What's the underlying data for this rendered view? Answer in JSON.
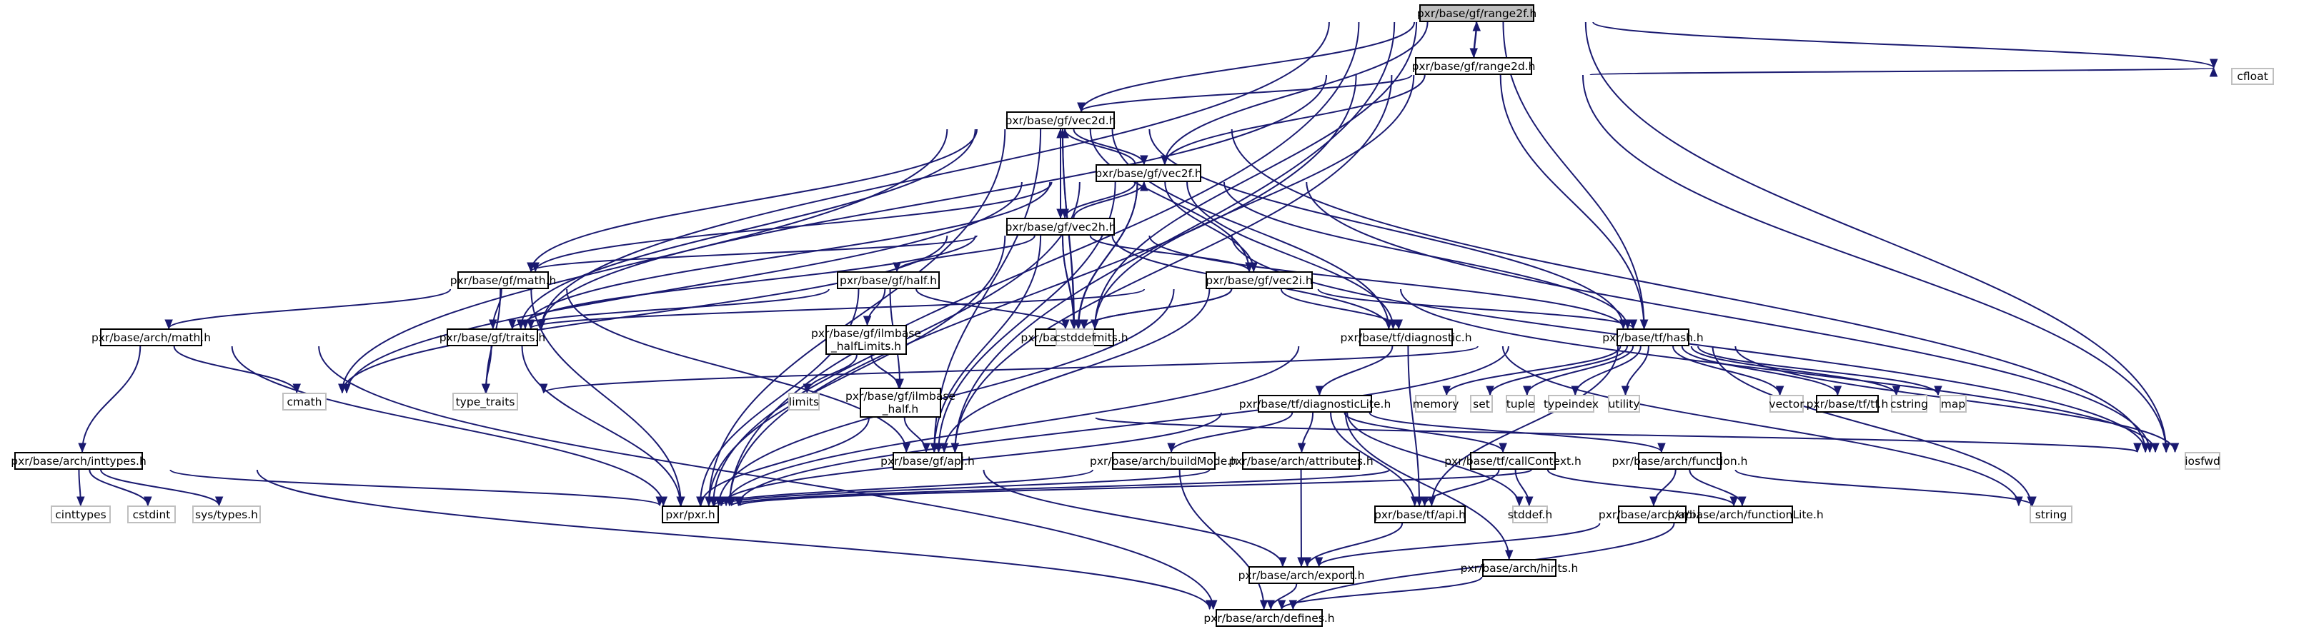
{
  "diagram": {
    "title": "Include dependency graph for range2f.h",
    "edge_color": "#191970",
    "root_fill": "#bfbfbf",
    "system_border": "#bfbfbf",
    "nodes": [
      {
        "id": "range2f",
        "label": "pxr/base/gf/range2f.h",
        "kind": "root"
      },
      {
        "id": "range2d",
        "label": "pxr/base/gf/range2d.h",
        "kind": "project"
      },
      {
        "id": "cfloat",
        "label": "cfloat",
        "kind": "system"
      },
      {
        "id": "vec2d",
        "label": "pxr/base/gf/vec2d.h",
        "kind": "project"
      },
      {
        "id": "vec2f",
        "label": "pxr/base/gf/vec2f.h",
        "kind": "project"
      },
      {
        "id": "vec2h",
        "label": "pxr/base/gf/vec2h.h",
        "kind": "project"
      },
      {
        "id": "vec2i",
        "label": "pxr/base/gf/vec2i.h",
        "kind": "project"
      },
      {
        "id": "gfmath",
        "label": "pxr/base/gf/math.h",
        "kind": "project"
      },
      {
        "id": "half",
        "label": "pxr/base/gf/half.h",
        "kind": "project"
      },
      {
        "id": "archmath",
        "label": "pxr/base/arch/math.h",
        "kind": "project"
      },
      {
        "id": "traits",
        "label": "pxr/base/gf/traits.h",
        "kind": "project"
      },
      {
        "id": "ilmlimits",
        "label": "pxr/base/gf/ilmbase\n_halfLimits.h",
        "kind": "project"
      },
      {
        "id": "gflimits",
        "label": "pxr/base/gf/limits.h",
        "kind": "project"
      },
      {
        "id": "cstddef",
        "label": "cstddef",
        "kind": "system"
      },
      {
        "id": "diagnostic",
        "label": "pxr/base/tf/diagnostic.h",
        "kind": "project"
      },
      {
        "id": "hash",
        "label": "pxr/base/tf/hash.h",
        "kind": "project"
      },
      {
        "id": "cmath",
        "label": "cmath",
        "kind": "system"
      },
      {
        "id": "type_traits",
        "label": "type_traits",
        "kind": "system"
      },
      {
        "id": "limits",
        "label": "limits",
        "kind": "system"
      },
      {
        "id": "ilmhalf",
        "label": "pxr/base/gf/ilmbase\n_half.h",
        "kind": "project"
      },
      {
        "id": "diaglite",
        "label": "pxr/base/tf/diagnosticLite.h",
        "kind": "project"
      },
      {
        "id": "memory",
        "label": "memory",
        "kind": "system"
      },
      {
        "id": "set",
        "label": "set",
        "kind": "system"
      },
      {
        "id": "tuple",
        "label": "tuple",
        "kind": "system"
      },
      {
        "id": "typeindex",
        "label": "typeindex",
        "kind": "system"
      },
      {
        "id": "utility",
        "label": "utility",
        "kind": "system"
      },
      {
        "id": "vector",
        "label": "vector",
        "kind": "system"
      },
      {
        "id": "tfh",
        "label": "pxr/base/tf/tf.h",
        "kind": "project"
      },
      {
        "id": "cstring",
        "label": "cstring",
        "kind": "system"
      },
      {
        "id": "map",
        "label": "map",
        "kind": "system"
      },
      {
        "id": "inttypes",
        "label": "pxr/base/arch/inttypes.h",
        "kind": "project"
      },
      {
        "id": "gfapi",
        "label": "pxr/base/gf/api.h",
        "kind": "project"
      },
      {
        "id": "buildmode",
        "label": "pxr/base/arch/buildMode.h",
        "kind": "project"
      },
      {
        "id": "attributes",
        "label": "pxr/base/arch/attributes.h",
        "kind": "project"
      },
      {
        "id": "callctx",
        "label": "pxr/base/tf/callContext.h",
        "kind": "project"
      },
      {
        "id": "function",
        "label": "pxr/base/arch/function.h",
        "kind": "project"
      },
      {
        "id": "iosfwd",
        "label": "iosfwd",
        "kind": "system"
      },
      {
        "id": "string",
        "label": "string",
        "kind": "system"
      },
      {
        "id": "cinttypes",
        "label": "cinttypes",
        "kind": "system"
      },
      {
        "id": "cstdint",
        "label": "cstdint",
        "kind": "system"
      },
      {
        "id": "systypes",
        "label": "sys/types.h",
        "kind": "system"
      },
      {
        "id": "pxrh",
        "label": "pxr/pxr.h",
        "kind": "project"
      },
      {
        "id": "tfapi",
        "label": "pxr/base/tf/api.h",
        "kind": "project"
      },
      {
        "id": "stddefh",
        "label": "stddef.h",
        "kind": "system"
      },
      {
        "id": "archapi",
        "label": "pxr/base/arch/api.h",
        "kind": "project"
      },
      {
        "id": "funclite",
        "label": "pxr/base/arch/functionLite.h",
        "kind": "project"
      },
      {
        "id": "export",
        "label": "pxr/base/arch/export.h",
        "kind": "project"
      },
      {
        "id": "hints",
        "label": "pxr/base/arch/hints.h",
        "kind": "project"
      },
      {
        "id": "defines",
        "label": "pxr/base/arch/defines.h",
        "kind": "project"
      }
    ],
    "edges": [
      [
        "range2f",
        "range2d"
      ],
      [
        "range2d",
        "range2f"
      ],
      [
        "range2f",
        "cfloat"
      ],
      [
        "range2f",
        "vec2d"
      ],
      [
        "range2f",
        "vec2f"
      ],
      [
        "range2f",
        "traits"
      ],
      [
        "range2f",
        "pxrh"
      ],
      [
        "range2f",
        "gfapi"
      ],
      [
        "range2f",
        "hash"
      ],
      [
        "range2f",
        "iosfwd"
      ],
      [
        "range2f",
        "cstddef"
      ],
      [
        "range2d",
        "cfloat"
      ],
      [
        "range2d",
        "vec2d"
      ],
      [
        "range2d",
        "vec2f"
      ],
      [
        "range2d",
        "traits"
      ],
      [
        "range2d",
        "pxrh"
      ],
      [
        "range2d",
        "gfapi"
      ],
      [
        "range2d",
        "hash"
      ],
      [
        "range2d",
        "iosfwd"
      ],
      [
        "range2d",
        "cstddef"
      ],
      [
        "vec2d",
        "vec2f"
      ],
      [
        "vec2d",
        "vec2h"
      ],
      [
        "vec2d",
        "vec2i"
      ],
      [
        "vec2d",
        "gfmath"
      ],
      [
        "vec2d",
        "traits"
      ],
      [
        "vec2d",
        "gflimits"
      ],
      [
        "vec2d",
        "cstddef"
      ],
      [
        "vec2d",
        "diagnostic"
      ],
      [
        "vec2d",
        "hash"
      ],
      [
        "vec2d",
        "cmath"
      ],
      [
        "vec2d",
        "gfapi"
      ],
      [
        "vec2d",
        "pxrh"
      ],
      [
        "vec2d",
        "iosfwd"
      ],
      [
        "vec2f",
        "vec2d"
      ],
      [
        "vec2f",
        "vec2h"
      ],
      [
        "vec2f",
        "vec2i"
      ],
      [
        "vec2f",
        "gfmath"
      ],
      [
        "vec2f",
        "traits"
      ],
      [
        "vec2f",
        "gflimits"
      ],
      [
        "vec2f",
        "cstddef"
      ],
      [
        "vec2f",
        "diagnostic"
      ],
      [
        "vec2f",
        "hash"
      ],
      [
        "vec2f",
        "cmath"
      ],
      [
        "vec2f",
        "gfapi"
      ],
      [
        "vec2f",
        "pxrh"
      ],
      [
        "vec2f",
        "iosfwd"
      ],
      [
        "vec2h",
        "vec2d"
      ],
      [
        "vec2h",
        "vec2f"
      ],
      [
        "vec2h",
        "vec2i"
      ],
      [
        "vec2h",
        "gfmath"
      ],
      [
        "vec2h",
        "half"
      ],
      [
        "vec2h",
        "traits"
      ],
      [
        "vec2h",
        "gflimits"
      ],
      [
        "vec2h",
        "cstddef"
      ],
      [
        "vec2h",
        "diagnostic"
      ],
      [
        "vec2h",
        "hash"
      ],
      [
        "vec2h",
        "cmath"
      ],
      [
        "vec2h",
        "gfapi"
      ],
      [
        "vec2h",
        "pxrh"
      ],
      [
        "vec2h",
        "iosfwd"
      ],
      [
        "vec2i",
        "traits"
      ],
      [
        "vec2i",
        "gflimits"
      ],
      [
        "vec2i",
        "cstddef"
      ],
      [
        "vec2i",
        "diagnostic"
      ],
      [
        "vec2i",
        "hash"
      ],
      [
        "vec2i",
        "gfapi"
      ],
      [
        "vec2i",
        "pxrh"
      ],
      [
        "vec2i",
        "iosfwd"
      ],
      [
        "gfmath",
        "archmath"
      ],
      [
        "gfmath",
        "traits"
      ],
      [
        "gfmath",
        "type_traits"
      ],
      [
        "gfmath",
        "gfapi"
      ],
      [
        "gfmath",
        "pxrh"
      ],
      [
        "half",
        "ilmlimits"
      ],
      [
        "half",
        "ilmhalf"
      ],
      [
        "half",
        "traits"
      ],
      [
        "half",
        "cstddef"
      ],
      [
        "half",
        "pxrh"
      ],
      [
        "archmath",
        "cmath"
      ],
      [
        "archmath",
        "inttypes"
      ],
      [
        "archmath",
        "pxrh"
      ],
      [
        "archmath",
        "defines"
      ],
      [
        "traits",
        "type_traits"
      ],
      [
        "traits",
        "pxrh"
      ],
      [
        "ilmlimits",
        "limits"
      ],
      [
        "ilmlimits",
        "ilmhalf"
      ],
      [
        "ilmhalf",
        "gfapi"
      ],
      [
        "ilmhalf",
        "pxrh"
      ],
      [
        "ilmhalf",
        "iosfwd"
      ],
      [
        "diagnostic",
        "diaglite"
      ],
      [
        "diagnostic",
        "pxrh"
      ],
      [
        "diagnostic",
        "tfapi"
      ],
      [
        "diagnostic",
        "string"
      ],
      [
        "hash",
        "memory"
      ],
      [
        "hash",
        "set"
      ],
      [
        "hash",
        "tuple"
      ],
      [
        "hash",
        "typeindex"
      ],
      [
        "hash",
        "utility"
      ],
      [
        "hash",
        "vector"
      ],
      [
        "hash",
        "tfh"
      ],
      [
        "hash",
        "cstring"
      ],
      [
        "hash",
        "map"
      ],
      [
        "hash",
        "string"
      ],
      [
        "hash",
        "iosfwd"
      ],
      [
        "hash",
        "type_traits"
      ],
      [
        "hash",
        "pxrh"
      ],
      [
        "hash",
        "tfapi"
      ],
      [
        "diaglite",
        "buildmode"
      ],
      [
        "diaglite",
        "attributes"
      ],
      [
        "diaglite",
        "callctx"
      ],
      [
        "diaglite",
        "tfapi"
      ],
      [
        "diaglite",
        "pxrh"
      ],
      [
        "diaglite",
        "stddefh"
      ],
      [
        "diaglite",
        "hints"
      ],
      [
        "diaglite",
        "function"
      ],
      [
        "inttypes",
        "cinttypes"
      ],
      [
        "inttypes",
        "cstdint"
      ],
      [
        "inttypes",
        "systypes"
      ],
      [
        "inttypes",
        "pxrh"
      ],
      [
        "inttypes",
        "defines"
      ],
      [
        "gfapi",
        "export"
      ],
      [
        "buildmode",
        "pxrh"
      ],
      [
        "buildmode",
        "defines"
      ],
      [
        "attributes",
        "export"
      ],
      [
        "attributes",
        "pxrh"
      ],
      [
        "callctx",
        "tfapi"
      ],
      [
        "callctx",
        "stddefh"
      ],
      [
        "callctx",
        "funclite"
      ],
      [
        "callctx",
        "pxrh"
      ],
      [
        "function",
        "archapi"
      ],
      [
        "function",
        "funclite"
      ],
      [
        "function",
        "string"
      ],
      [
        "function",
        "pxrh"
      ],
      [
        "tfapi",
        "export"
      ],
      [
        "archapi",
        "export"
      ],
      [
        "export",
        "defines"
      ],
      [
        "hints",
        "defines"
      ],
      [
        "funclite",
        "defines"
      ]
    ]
  }
}
